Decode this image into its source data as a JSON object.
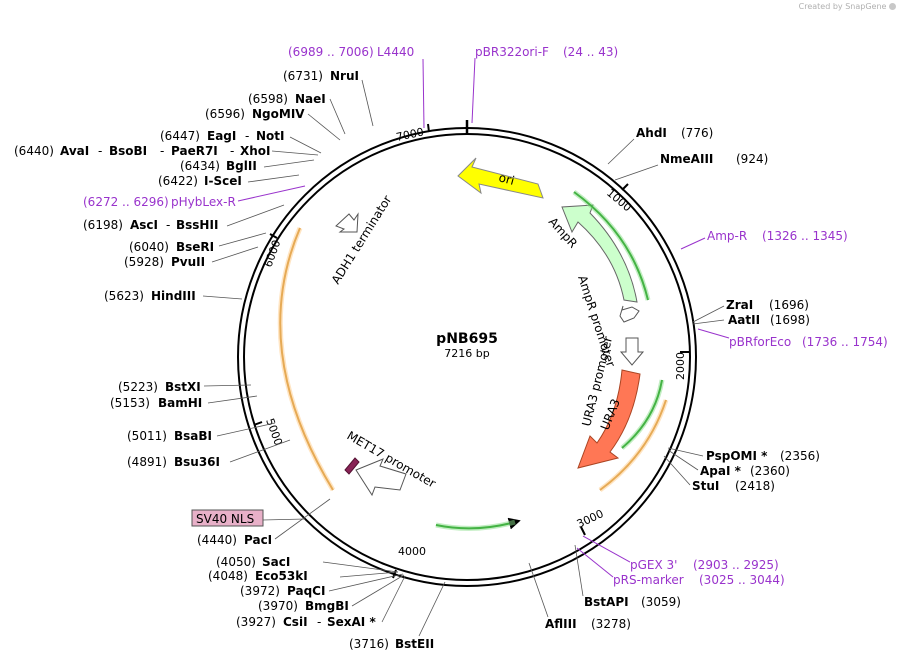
{
  "credit": "Created by SnapGene",
  "plasmid": {
    "name": "pNB695",
    "size_label": "7216 bp",
    "length": 7216
  },
  "ticks": [
    "1000",
    "2000",
    "3000",
    "4000",
    "5000",
    "6000",
    "7000"
  ],
  "colors": {
    "backbone": "#000000",
    "primer": "#9933cc",
    "ori": "#ffff00",
    "ampr": "#ccffcc",
    "ura3": "#ff7755",
    "orf": "#008800",
    "nls": "#e8b0c8"
  },
  "enzymes": [
    {
      "name": "AhdI",
      "pos": "(776)"
    },
    {
      "name": "NmeAIII",
      "pos": "(924)"
    },
    {
      "name": "ZraI",
      "pos": "(1696)"
    },
    {
      "name": "AatII",
      "pos": "(1698)"
    },
    {
      "name": "PspOMI *",
      "pos": "(2356)"
    },
    {
      "name": "ApaI *",
      "pos": "(2360)"
    },
    {
      "name": "StuI",
      "pos": "(2418)"
    },
    {
      "name": "BstAPI",
      "pos": "(3059)"
    },
    {
      "name": "AflIII",
      "pos": "(3278)"
    },
    {
      "name": "BstEII",
      "pos": "(3716)"
    },
    {
      "name": "CsiI",
      "pos": "(3927)"
    },
    {
      "name": "SexAI *",
      "pos": ""
    },
    {
      "name": "BmgBI",
      "pos": "(3970)"
    },
    {
      "name": "PaqCI",
      "pos": "(3972)"
    },
    {
      "name": "Eco53kI",
      "pos": "(4048)"
    },
    {
      "name": "SacI",
      "pos": "(4050)"
    },
    {
      "name": "PacI",
      "pos": "(4440)"
    },
    {
      "name": "Bsu36I",
      "pos": "(4891)"
    },
    {
      "name": "BsaBI",
      "pos": "(5011)"
    },
    {
      "name": "BamHI",
      "pos": "(5153)"
    },
    {
      "name": "BstXI",
      "pos": "(5223)"
    },
    {
      "name": "HindIII",
      "pos": "(5623)"
    },
    {
      "name": "PvuII",
      "pos": "(5928)"
    },
    {
      "name": "BseRI",
      "pos": "(6040)"
    },
    {
      "name": "AscI",
      "pos": "(6198)"
    },
    {
      "name": "BssHII",
      "pos": ""
    },
    {
      "name": "I-SceI",
      "pos": "(6422)"
    },
    {
      "name": "BglII",
      "pos": "(6434)"
    },
    {
      "name": "AvaI",
      "pos": "(6440)"
    },
    {
      "name": "BsoBI",
      "pos": ""
    },
    {
      "name": "PaeR7I",
      "pos": ""
    },
    {
      "name": "XhoI",
      "pos": ""
    },
    {
      "name": "EagI",
      "pos": "(6447)"
    },
    {
      "name": "NotI",
      "pos": ""
    },
    {
      "name": "NgoMIV",
      "pos": "(6596)"
    },
    {
      "name": "NaeI",
      "pos": "(6598)"
    },
    {
      "name": "NruI",
      "pos": "(6731)"
    }
  ],
  "primers": [
    {
      "name": "L4440",
      "pos": "(6989 .. 7006)"
    },
    {
      "name": "pBR322ori-F",
      "pos": "(24 .. 43)"
    },
    {
      "name": "Amp-R",
      "pos": "(1326 .. 1345)"
    },
    {
      "name": "pBRforEco",
      "pos": "(1736 .. 1754)"
    },
    {
      "name": "pGEX 3'",
      "pos": "(2903 .. 2925)"
    },
    {
      "name": "pRS-marker",
      "pos": "(3025 .. 3044)"
    },
    {
      "name": "pHybLex-R",
      "pos": "(6272 .. 6296)"
    }
  ],
  "features": {
    "ori": "ori",
    "ampr": "AmpR",
    "ampr_promoter": "AmpR promoter",
    "ura3_promoter": "URA3 promoter",
    "ura3": "URA3",
    "met17": "MET17 promoter",
    "adh1": "ADH1 terminator",
    "sv40": "SV40 NLS"
  }
}
